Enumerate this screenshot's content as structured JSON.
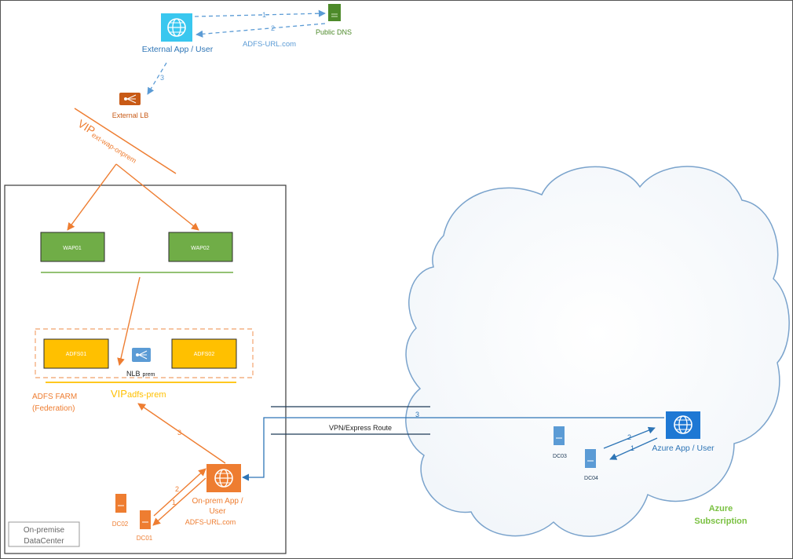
{
  "colors": {
    "orange": "#ee7d31",
    "blue": "#2e75b6",
    "light_blue": "#5b9bd5",
    "cyan": "#39c7ef",
    "green_fill": "#70ad47",
    "gold_fill": "#ffc000",
    "dns_green": "#4d8a2a",
    "azure_green": "#7ac142",
    "lb_orange": "#c85a16",
    "dark": "#222222"
  },
  "icons": {
    "external_app": "globe-icon",
    "public_dns": "server-icon",
    "external_lb": "load-balancer-icon",
    "nlb": "load-balancer-icon",
    "onprem_app": "globe-icon",
    "azure_app": "globe-icon",
    "dc": "server-icon"
  },
  "top": {
    "external_app_label": "External App / User",
    "public_dns_label": "Public DNS",
    "adfs_url_label": "ADFS-URL.com",
    "step1": "1",
    "step2": "2",
    "step3": "3",
    "external_lb_label": "External LB",
    "vip_ext_main": "VIP",
    "vip_ext_sub": "ext-wap-onprem"
  },
  "onprem": {
    "wap01": "WAP01",
    "wap02": "WAP02",
    "adfs01": "ADFS01",
    "adfs02": "ADFS02",
    "nlb_main": "NLB",
    "nlb_sub": "prem",
    "farm_line1": "ADFS FARM",
    "farm_line2": "(Federation)",
    "vip_adfs_main": "VIP",
    "vip_adfs_sub": "adfs-prem",
    "step3": "3",
    "app_line1": "On-prem App /",
    "app_line2": "User",
    "adfs_url": "ADFS-URL.com",
    "dc01": "DC01",
    "dc02": "DC02",
    "step1": "1",
    "step2": "2",
    "datacenter_line1": "On-premise",
    "datacenter_line2": "DataCenter"
  },
  "link": {
    "label": "VPN/Express Route",
    "step3": "3"
  },
  "azure": {
    "dc03": "DC03",
    "dc04": "DC04",
    "app_label": "Azure App / User",
    "step1": "1",
    "step2": "2",
    "sub_line1": "Azure",
    "sub_line2": "Subscription"
  }
}
